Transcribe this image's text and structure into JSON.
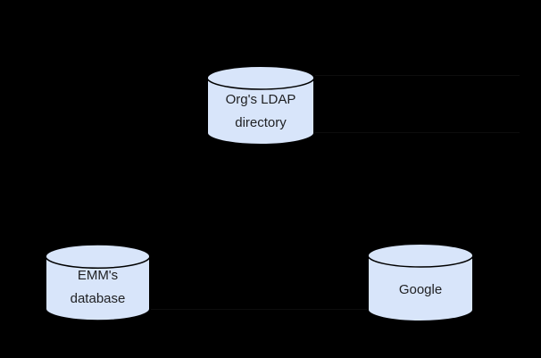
{
  "colors": {
    "background": "#000000",
    "cylinder_fill": "#d8e5fa",
    "cylinder_stroke": "#000000",
    "label_text": "#202124",
    "connector_line": "#0d0d0d"
  },
  "diagram": {
    "nodes": {
      "ldap": {
        "shape": "cylinder",
        "line1": "Org's LDAP",
        "line2": "directory"
      },
      "emm": {
        "shape": "cylinder",
        "line1": "EMM's",
        "line2": "database"
      },
      "google": {
        "shape": "cylinder",
        "line1": "Google"
      }
    }
  }
}
